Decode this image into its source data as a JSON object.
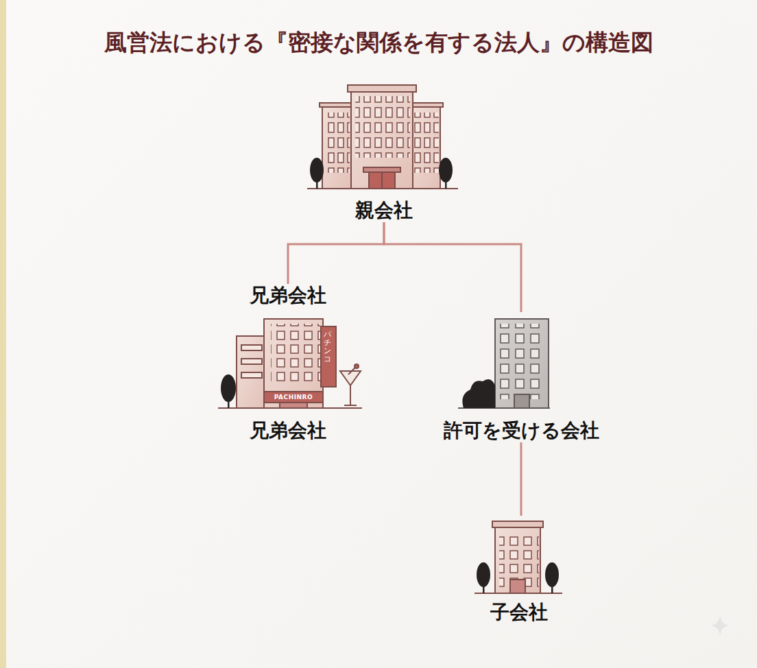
{
  "diagram": {
    "title": "風営法における『密接な関係を有する法人』の構造図",
    "nodes": [
      {
        "text": [
          "親会社"
        ]
      },
      {
        "text": [
          "兄弟会社",
          "兄弟会社"
        ]
      },
      {
        "text": [
          "許可を受ける会社"
        ]
      },
      {
        "text": [
          "子会社"
        ]
      }
    ],
    "edges": [
      {
        "from": 0,
        "to": 1,
        "arrow": "none"
      },
      {
        "from": 0,
        "to": 2,
        "arrow": "none"
      },
      {
        "from": 2,
        "to": 3,
        "arrow": "none"
      }
    ],
    "labels": [
      "パチンコ",
      "PACHINRO"
    ]
  }
}
